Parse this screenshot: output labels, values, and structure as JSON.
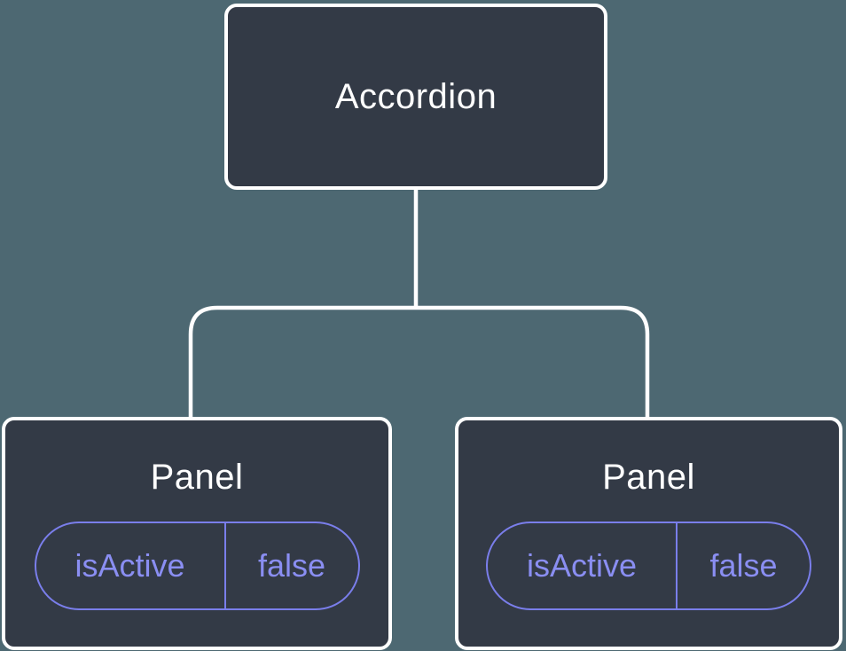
{
  "diagram": {
    "root": {
      "label": "Accordion"
    },
    "children": [
      {
        "label": "Panel",
        "state": {
          "key": "isActive",
          "value": "false"
        }
      },
      {
        "label": "Panel",
        "state": {
          "key": "isActive",
          "value": "false"
        }
      }
    ],
    "colors": {
      "background": "#4d6872",
      "node_fill": "#333a46",
      "node_border": "#ffffff",
      "connector": "#ffffff",
      "state_accent": "#7a7eeb",
      "state_text": "#8a8ef2",
      "label_text": "#ffffff"
    }
  }
}
